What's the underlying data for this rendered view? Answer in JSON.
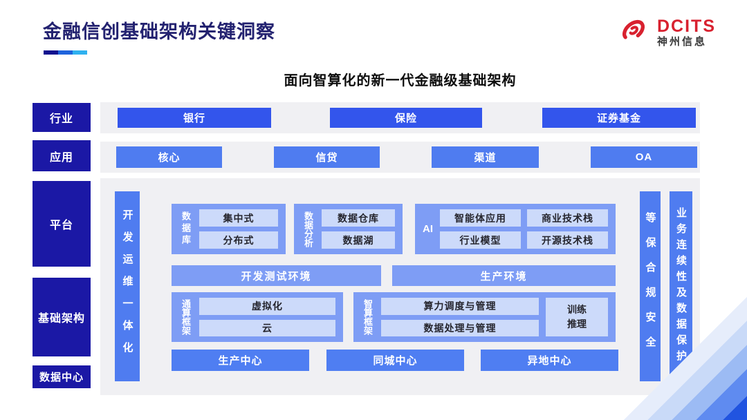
{
  "header": {
    "title": "金融信创基础架构关键洞察",
    "underline_colors": [
      "#10108f",
      "#1e63dc",
      "#2fb1ef"
    ],
    "logo": {
      "icon": "swirl-icon",
      "brand": "DCITS",
      "company": "神州信息",
      "brand_color": "#d8212f"
    }
  },
  "subtitle": "面向智算化的新一代金融级基础架构",
  "colors": {
    "layer_label_bg": "#1b18a5",
    "industry_button": "#3355ec",
    "application_button": "#4f7cf0",
    "group_box": "#7e9df5",
    "inner_button": "#ccdafa",
    "panel_bg": "#f0f0f3",
    "title_text": "#232270"
  },
  "layers": {
    "industry": "行业",
    "application": "应用",
    "platform": "平台",
    "infrastructure": "基础架构",
    "datacenter": "数据中心"
  },
  "industry_row": {
    "items": [
      "银行",
      "保险",
      "证券基金"
    ]
  },
  "application_row": {
    "items": [
      "核心",
      "信贷",
      "渠道",
      "OA"
    ]
  },
  "platform_area": {
    "devops_bar": "开发运维一体化",
    "security_bar": "等保合规安全",
    "continuity_bar": "业务连续性及数据保护",
    "database": {
      "label": "数据库",
      "items": [
        "集中式",
        "分布式"
      ]
    },
    "analytics": {
      "label": "数据分析",
      "items": [
        "数据仓库",
        "数据湖"
      ]
    },
    "ai": {
      "label": "AI",
      "items": [
        "智能体应用",
        "商业技术栈",
        "行业模型",
        "开源技术栈"
      ]
    },
    "dev_test_env": "开发测试环境",
    "prod_env": "生产环境",
    "general_compute": {
      "label": "通算框架",
      "items": [
        "虚拟化",
        "云"
      ]
    },
    "smart_compute": {
      "label": "智算框架",
      "items": [
        "算力调度与管理",
        "数据处理与管理"
      ],
      "side": "训练推理"
    },
    "centers": [
      "生产中心",
      "同城中心",
      "异地中心"
    ]
  }
}
